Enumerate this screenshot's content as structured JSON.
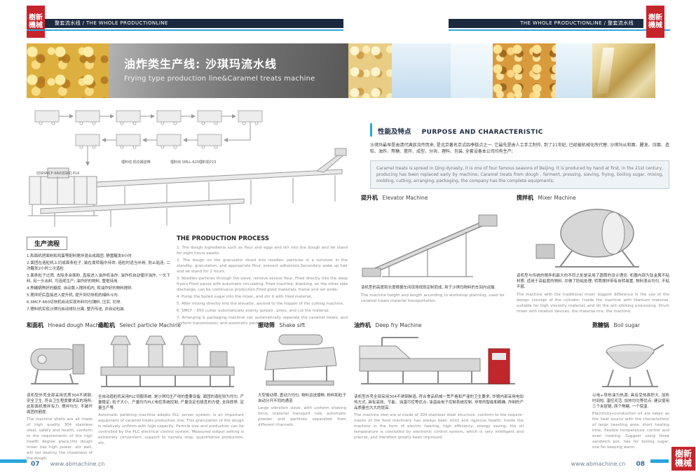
{
  "colors": {
    "navy": "#1c2a40",
    "blue": "#2aa5dc",
    "red": "#c5242b"
  },
  "brand": {
    "stamp": "樹新機械"
  },
  "header": {
    "left": "整套流水线 / THE WHOLE PRODUCTIONLINE",
    "right": "THE WHOLE PRODUCTIONLINE / 整套流水线"
  },
  "banner": {
    "title_zh": "油炸类生产线: 沙琪玛流水线",
    "title_en": "Frying type production line&Caramel treats machine"
  },
  "diagram": {
    "label_feed": "理料线 机玖姆送带",
    "label_line": "理料线  SMLL-620理料机P23",
    "label_cut": "切块SMCF-660切块机 P14"
  },
  "process": {
    "title_zh": "生产流程",
    "title_en": "THE PRODUCTION PROCESS",
    "steps_zh": [
      "1.和面机把面粉和鸡蛋等配料搅拌混合成面团, 静置醒发8小时.",
      "2.面团在造粒机上切成面条粒子, 装在周转箱中待命; 造粒时适当补粉, 防止粘连, 二次醒发2小时二次造粒.",
      "3.面条粒子过筛, 去除多余面粉, 直接进入油炸机油炸; 油炸机自动循环油炸, 一头下料, 另一头出料, 可连续生产; 油炸好的物料, 整框待用.",
      "4.熬糖锅熬好的糖浆, 自动泵入搅拌机内, 和油炸好的物料搅拌.",
      "5.搅拌好后直接进入提升机, 提升到切块机的储料斗内.",
      "6.SMCF-660切块机自动实现布料均匀铺料, 压实, 切块.",
      "7.理料机实现沙琪玛自动排队分离, 整齐传送, 并自动包装."
    ],
    "steps_en": [
      "1. The dough ingredients such as flour and eggs and stir into the dough and let stand for eight hours awaits.",
      "2. The dough on the granulator diced into noodles, particles in a turnover in the standby, granulation, and appropriate flour, prevent adhesions.Secondary wake up hair and let stand for 2 hours.",
      "3. Noodles particles through the sieve, remove excess flour, Fried directly into the deep fryers.Fried pause with automatic circulating, Fried machine, blanking, on the other side discharge, can be continuous production.Fried good materials, frame and set aside.",
      "4. Pump the boiled sugar into the mixer, and stir it with fried material.",
      "5. After mixing directly into the elevator, ascend to the hopper of the cutting machine.",
      "6. SMCF – 650 cutter automatically evenly spread , press, and cut the material.",
      "7. Arranging & packaging machine can automatically separate the caramel treats, and uniform transmission; and automatic packaging."
    ]
  },
  "purpose": {
    "title_zh": "性能及特点",
    "title_en": "PURPOSE AND CHARACTERISTIC",
    "zh": "沙琪玛最早是由清代满族流传而来, 是北京著名京式四季糕点之一. 它最先是由人工手工制作, 到了21世纪, 已经被机械化所代替; 沙琪玛从和面、醒发、压面、造粒、油炸、熬糖、搅拌、成型、分块、理料、包装, 全套设备本公司均有生产;",
    "en": "Caramel treats is spread in Qing dynasty, it is one of four famous seasons of Beijing. It is produced by hand at first, in the 21st century, producing has been replaced early by machine; Caramel treats from dough , ferment, pressing, sieving, frying, boiling sugar, mixing, molding, cutting, arranging, packaging, the company has the complete equipments;"
  },
  "machines": {
    "elevator": {
      "zh": "提升机",
      "en": "Elevator Machine",
      "desc_zh": "该机型的高度和长度根据车间现场规划定制而成, 用于沙琪玛物料的车间内运输.",
      "desc_en": "The machine height and length according to workshop planning, used for caramel treats material transportation."
    },
    "mixer": {
      "zh": "搅拌机",
      "en": "Mixer Machine",
      "desc_zh": "该机型与传统的搅拌机最大的不同之处是采用了圆筒的设计理念: 机器内部为钛金属不粘材质, 适用于高粘度的物料, 并做了防粘处理; 转筒搅拌带有自转装置, 物料混合均匀, 不粘不腻.",
      "desc_en": "The machine with the traditional mixer biggest difference is the use of the design concept of the cylinder; Inside the machine with titanium material, suitable for high viscosity material, and do the ant–sticking processing. Drum mixer with rotation devices, the material mix, the machine."
    },
    "knead": {
      "zh": "和面机",
      "en": "Hnead dough Machine",
      "desc_zh": "该机型外壳全部采用优质304不锈钢, 安全卫生, 符合卫生程度要求高的场所; 此和面机搅拌有力, 搅拌均匀, 不破坏面团的筋度.",
      "desc_en": "The machine shells are all made of high quality 304 stainless steel, safety and health, conform to the requirements of the high health degree place,this dough mixer has high power, stir well, will not destroy the chewiness of the dough."
    },
    "particle": {
      "zh": "造粒机",
      "en": "Select particle Machine",
      "desc_zh": "全自动造粒机采用PLC伺服系统, 是沙琪玛生产线的重要设备; 面团的造粒较为均匀, 产量稳定; 粒子大小、产量均为PLC电控系统控制, 产量设定也极其的方便, 支持即停, 定量生产等.",
      "desc_en": "Automatic pelleting machine adopts PLC server system, is an important equipment of caramel treats production line; This granulation of the dough is relatively uniform with high capacity, Particle size and production can be controlled by the PLC electrical control system. Measured output setting is extremely convenient, support to namely stop, quantitative production, etc."
    },
    "shake": {
      "zh": "振动筛",
      "en": "Shake sift",
      "desc_zh": "大型振动筛, 震动力均匀, 物料运送顺畅, 粉料和粒子自动分开不同的通道",
      "desc_en": "Large vibration sieve, with uniform shaking force, material transport rule, automatic powder and particles separated from different channels."
    },
    "fry": {
      "zh": "油炸机",
      "en": "Deep fry Machine",
      "desc_zh": "该机型外壳全部采用304不锈钢制造, 符合食品机械一贯严格和严谨的卫生要求; 炸锅内部采用电加热方式, 具有高效、节能、油温可控等优点; 油温由电子控制系统控制, 非常的智能和精确, 炸制的产品质量也大大的提高.",
      "desc_en": "The machine shel are al made of 304 stainless steel structure, conform to the require–ments of the food machnery has always been strict and rigorous health; Inside the machine in the form of electric hearing, high efficiency, energy saving; the oil temperature is controlled by electronic control system, which is very intelligent and precise, and therefore greatly been improved."
    },
    "boil": {
      "zh": "熬糖锅",
      "en": "Boil sugar",
      "desc_zh": "以电+导热油为热源, 具有受热面积大, 加热时间短, 温控灵活, 加热均匀等优点; 建议使用三个夹层锅, 两个熬糖, 一个保温.",
      "desc_en": "Electricity+conduction oil are taken as the heat source with the characteristic of large heasting area, short heating time, flexible temperature control and even heating. Suggest using three sandwich pot, two for boiling sugar, one for keeping warm."
    }
  },
  "footer": {
    "left_page": "07",
    "right_page": "08",
    "site": "www.abmachine.cn"
  }
}
